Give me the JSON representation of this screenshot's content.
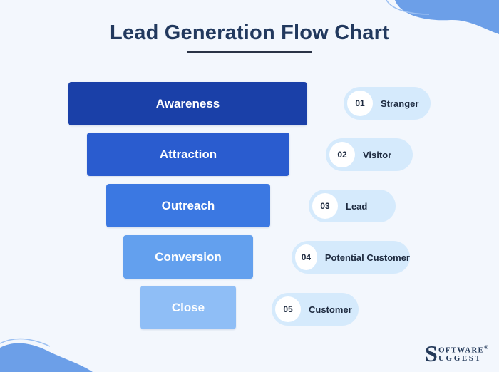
{
  "title": "Lead Generation Flow Chart",
  "stages": [
    {
      "label": "Awareness",
      "color": "#1a40a8"
    },
    {
      "label": "Attraction",
      "color": "#2a5ccf"
    },
    {
      "label": "Outreach",
      "color": "#3b78e2"
    },
    {
      "label": "Conversion",
      "color": "#63a0ee"
    },
    {
      "label": "Close",
      "color": "#8fbef6"
    }
  ],
  "steps": [
    {
      "number": "01",
      "label": "Stranger"
    },
    {
      "number": "02",
      "label": "Visitor"
    },
    {
      "number": "03",
      "label": "Lead"
    },
    {
      "number": "04",
      "label": "Potential Customer"
    },
    {
      "number": "05",
      "label": "Customer"
    }
  ],
  "logo": {
    "initial": "S",
    "line1": "OFTWARE",
    "registered": "®",
    "line2": "UGGEST"
  }
}
